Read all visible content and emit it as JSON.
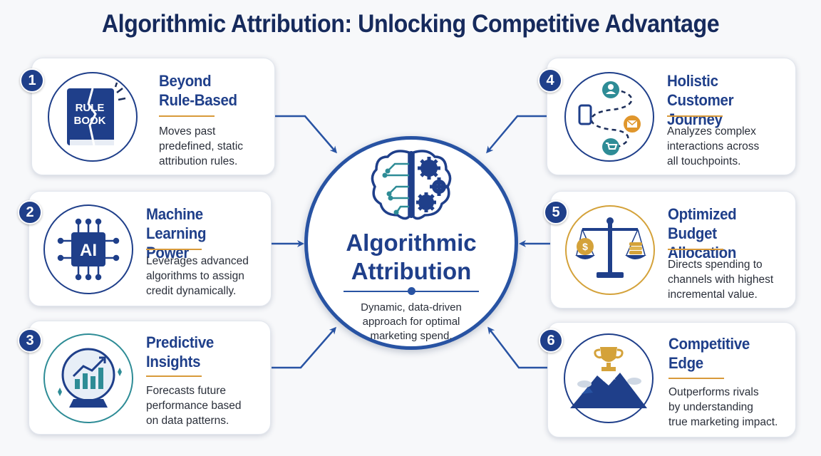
{
  "title": "Algorithmic Attribution: Unlocking Competitive Advantage",
  "center": {
    "title_line1": "Algorithmic",
    "title_line2": "Attribution",
    "desc_line1": "Dynamic, data-driven",
    "desc_line2": "approach for optimal",
    "desc_line3": "marketing spend.",
    "icon": "brain-gears-icon"
  },
  "cards": [
    {
      "num": "1",
      "title_line1": "Beyond",
      "title_line2": "Rule-Based",
      "desc_line1": "Moves past",
      "desc_line2": "predefined, static",
      "desc_line3": "attribution rules.",
      "icon": "rule-book-icon",
      "icon_text_1": "RULE",
      "icon_text_2": "BOOK"
    },
    {
      "num": "2",
      "title_line1": "Machine Learning",
      "title_line2": "Power",
      "desc_line1": "Leverages advanced",
      "desc_line2": "algorithms to assign",
      "desc_line3": "credit dynamically.",
      "icon": "ai-chip-icon",
      "icon_text_1": "AI"
    },
    {
      "num": "3",
      "title_line1": "Predictive",
      "title_line2": "Insights",
      "desc_line1": "Forecasts future",
      "desc_line2": "performance based",
      "desc_line3": "on data patterns.",
      "icon": "crystal-ball-chart-icon"
    },
    {
      "num": "4",
      "title_line1": "Holistic Customer",
      "title_line2": "Journey",
      "desc_line1": "Analyzes complex",
      "desc_line2": "interactions across",
      "desc_line3": "all touchpoints.",
      "icon": "customer-journey-icon"
    },
    {
      "num": "5",
      "title_line1": "Optimized Budget",
      "title_line2": "Allocation",
      "desc_line1": "Directs spending to",
      "desc_line2": "channels with highest",
      "desc_line3": "incremental value.",
      "icon": "balance-scale-icon"
    },
    {
      "num": "6",
      "title_line1": "Competitive",
      "title_line2": "Edge",
      "desc_line1": "Outperforms rivals",
      "desc_line2": "by understanding",
      "desc_line3": "true marketing impact.",
      "icon": "trophy-mountain-icon"
    }
  ],
  "colors": {
    "navy": "#1f3f8a",
    "gold": "#d89a3a",
    "teal": "#2e8c96"
  }
}
